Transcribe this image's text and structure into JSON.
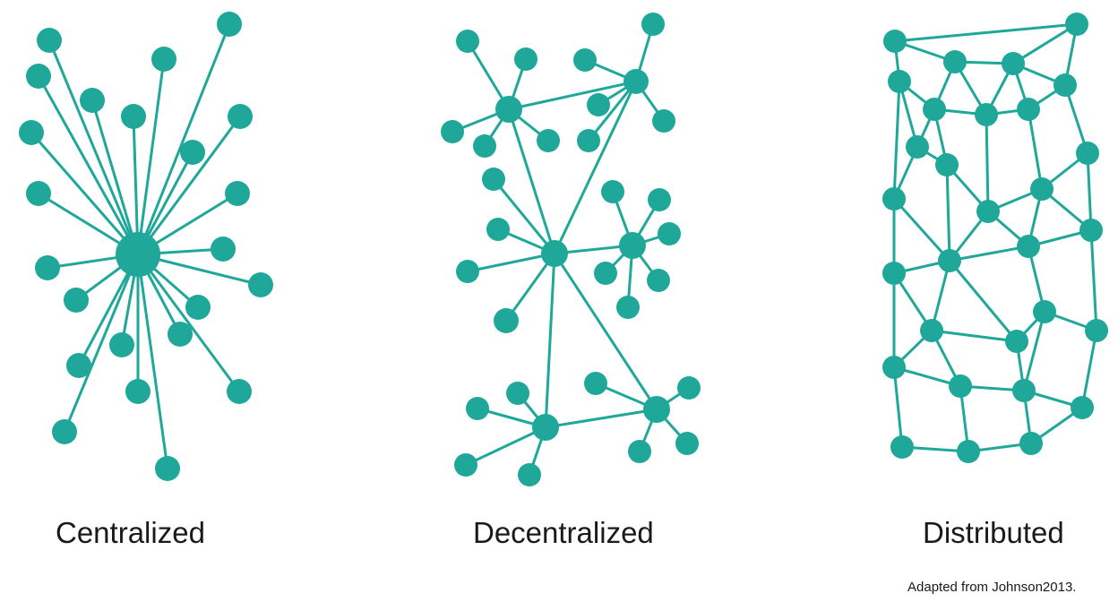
{
  "colors": {
    "network": "#1fa899",
    "text": "#1a1a1a",
    "background": "#ffffff"
  },
  "diagrams": [
    {
      "label": "Centralized"
    },
    {
      "label": "Decentralized"
    },
    {
      "label": "Distributed"
    }
  ],
  "credit": "Adapted from Johnson2013."
}
